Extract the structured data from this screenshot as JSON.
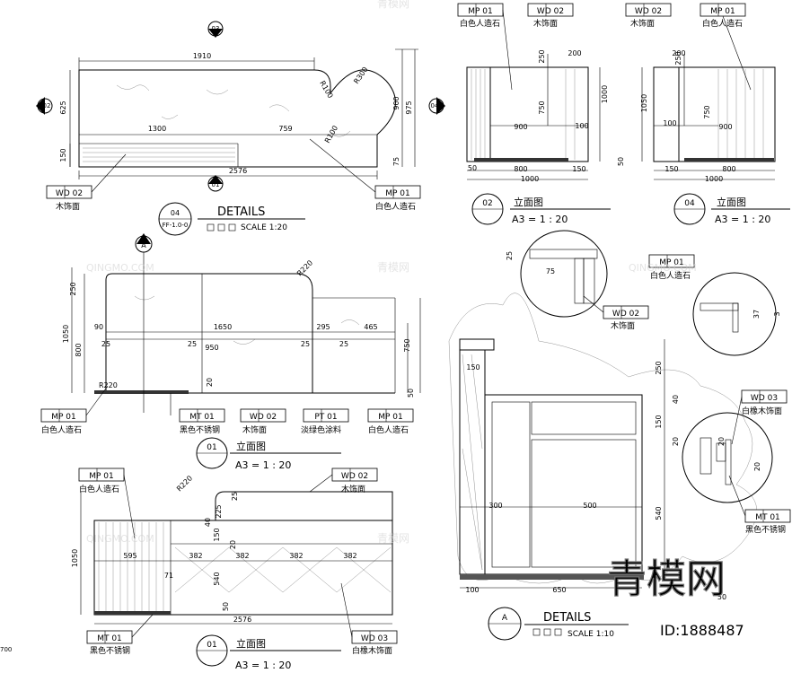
{
  "plan": {
    "dims": [
      "1910",
      "1300",
      "759",
      "2576",
      "625",
      "150",
      "900",
      "975",
      "75",
      "R100",
      "R300",
      "R100"
    ],
    "markers": [
      "03",
      "02",
      "04",
      "01"
    ],
    "tags": [
      {
        "code": "WD 02",
        "desc": "木饰面"
      },
      {
        "code": "MP 01",
        "desc": "白色人造石"
      }
    ],
    "title_num": "04",
    "title_ref": "FF-1.0-0",
    "title": "DETAILS",
    "scale": "SCALE  1:20"
  },
  "elev02": {
    "tags": [
      {
        "code": "MP 01",
        "desc": "白色人造石"
      },
      {
        "code": "WD 02",
        "desc": "木饰面"
      }
    ],
    "dims": [
      "250",
      "200",
      "750",
      "1000",
      "900",
      "100",
      "50",
      "50",
      "800",
      "150",
      "1000"
    ],
    "num": "02",
    "title": "立面图",
    "scale": "A3 = 1 : 20"
  },
  "elev04": {
    "tags": [
      {
        "code": "WD 02",
        "desc": "木饰面"
      },
      {
        "code": "MP 01",
        "desc": "白色人造石"
      }
    ],
    "dims": [
      "250",
      "200",
      "1050",
      "750",
      "100",
      "900",
      "150",
      "800",
      "1000"
    ],
    "num": "04",
    "title": "立面图",
    "scale": "A3 = 1 : 20"
  },
  "elev01a": {
    "marker": "A",
    "dims": [
      "250",
      "1050",
      "800",
      "90",
      "25",
      "1650",
      "950",
      "25",
      "295",
      "465",
      "25",
      "25",
      "750",
      "R220",
      "R220",
      "20",
      "50"
    ],
    "tags": [
      {
        "code": "MP 01",
        "desc": "白色人造石"
      },
      {
        "code": "MT 01",
        "desc": "黑色不锈钢"
      },
      {
        "code": "WD 02",
        "desc": "木饰面"
      },
      {
        "code": "PT 01",
        "desc": "淡绿色涂料"
      },
      {
        "code": "MP 01",
        "desc": "白色人造石"
      }
    ],
    "num": "01",
    "title": "立面图",
    "scale": "A3 = 1 : 20"
  },
  "elev01b": {
    "tags": [
      {
        "code": "MP 01",
        "desc": "白色人造石"
      },
      {
        "code": "WD 02",
        "desc": "木饰面"
      },
      {
        "code": "MT 01",
        "desc": "黑色不锈钢"
      },
      {
        "code": "WD 03",
        "desc": "白橡木饰面"
      }
    ],
    "dims": [
      "R220",
      "225",
      "25",
      "1050",
      "595",
      "71",
      "382",
      "382",
      "382",
      "382",
      "540",
      "150",
      "40",
      "20",
      "50",
      "2576"
    ],
    "num": "01",
    "title": "立面图",
    "scale": "A3 = 1 : 20"
  },
  "sectionA": {
    "tags": [
      {
        "code": "MP 01",
        "desc": "白色人造石"
      },
      {
        "code": "WD 02",
        "desc": "木饰面"
      },
      {
        "code": "WD 03",
        "desc": "白橡木饰面"
      },
      {
        "code": "MT 01",
        "desc": "黑色不锈钢"
      }
    ],
    "dims": [
      "25",
      "75",
      "37",
      "3",
      "250",
      "40",
      "150",
      "20",
      "20",
      "20",
      "540",
      "150",
      "300",
      "500",
      "100",
      "650",
      "50"
    ],
    "marker": "A",
    "title": "DETAILS",
    "scale": "SCALE  1:10"
  },
  "watermark": {
    "logo": "青模网",
    "site": "QINGMO.COM",
    "tile": "青模网",
    "id_text": "ID:1888487"
  },
  "corner_text": "700"
}
